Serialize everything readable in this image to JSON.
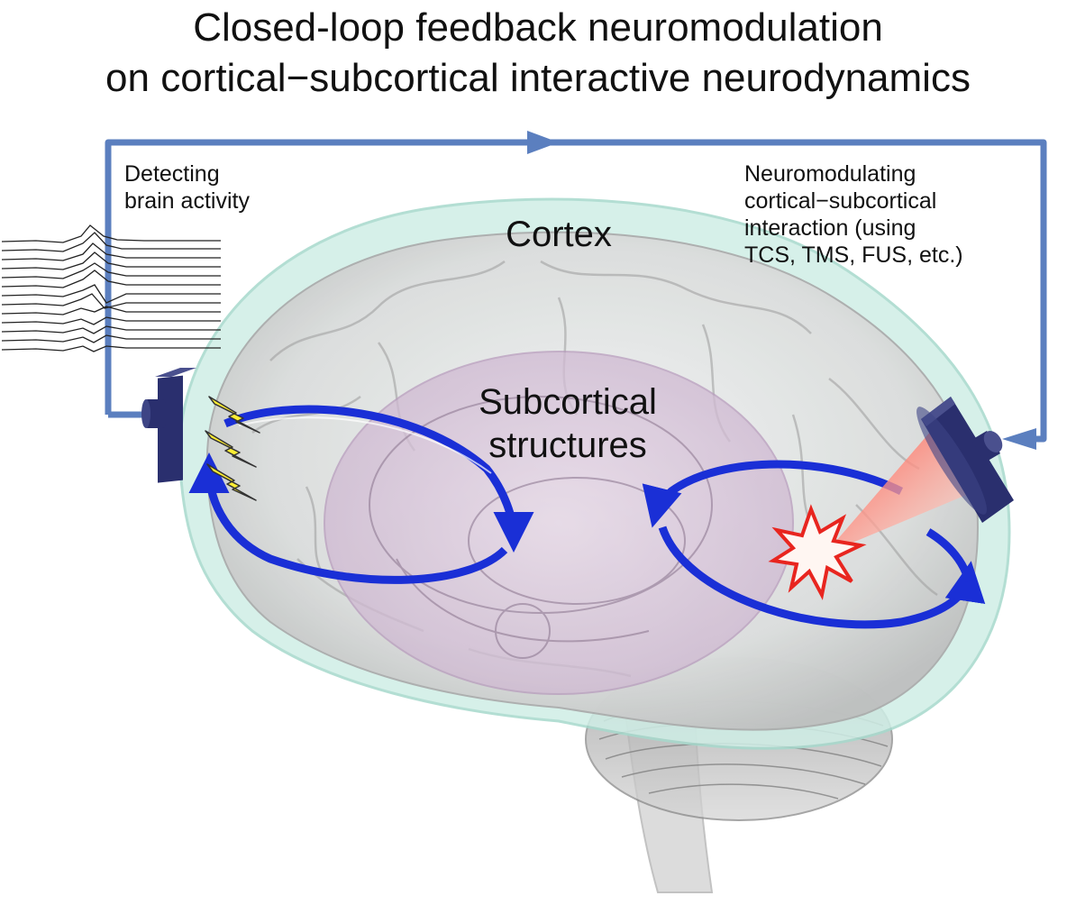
{
  "title": {
    "line1": "Closed-loop feedback neuromodulation",
    "line2": "on cortical−subcortical interactive neurodynamics"
  },
  "labels": {
    "detecting_line1": "Detecting",
    "detecting_line2": "brain activity",
    "neuromod_line1": "Neuromodulating",
    "neuromod_line2": "cortical−subcortical",
    "neuromod_line3": "interaction (using",
    "neuromod_line4": "TCS, TMS, FUS, etc.)",
    "cortex": "Cortex",
    "subcortical_line1": "Subcortical",
    "subcortical_line2": "structures"
  },
  "colors": {
    "loop_line": "#5b7fbf",
    "cycle_arrow": "#1a2fd6",
    "device": "#2a2f6e",
    "cortex_tint": "#cfeee6",
    "subcortical_tint": "#d9c6dc",
    "brain_gray": "#c9c9c9",
    "lightning": "#ffee33",
    "burst": "#e8251f",
    "cone": "#ff6a55"
  }
}
